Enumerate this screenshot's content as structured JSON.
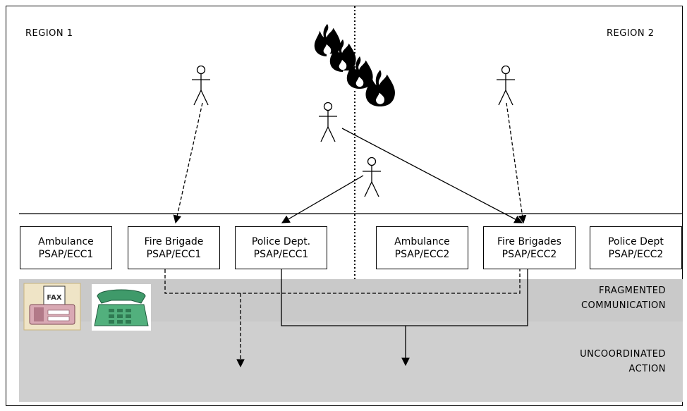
{
  "regions": {
    "left": "REGION   1",
    "right": "REGION 2"
  },
  "psaps": [
    {
      "line1": "Ambulance",
      "line2": "PSAP/ECC1"
    },
    {
      "line1": "Fire Brigade",
      "line2": "PSAP/ECC1"
    },
    {
      "line1": "Police Dept.",
      "line2": "PSAP/ECC1"
    },
    {
      "line1": "Ambulance",
      "line2": "PSAP/ECC2"
    },
    {
      "line1": "Fire Brigades",
      "line2": "PSAP/ECC2"
    },
    {
      "line1": "Police Dept",
      "line2": "PSAP/ECC2"
    }
  ],
  "bands": {
    "fragmented": {
      "line1": "FRAGMENTED",
      "line2": "COMMUNICATION"
    },
    "uncoordinated": {
      "line1": "UNCOORDINATED",
      "line2": "ACTION"
    }
  },
  "icons": {
    "fax_label": "FAX",
    "fire": "fire-icon",
    "person": "person-icon",
    "fax": "fax-machine-icon",
    "phone": "telephone-icon"
  },
  "colors": {
    "band": "#c9c9c9",
    "fire": "#000000",
    "phone": "#3f9a6a",
    "fax_bg": "#efe4c6"
  }
}
